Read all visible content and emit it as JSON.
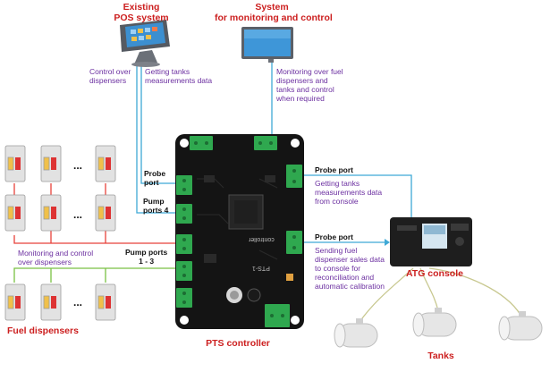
{
  "pos": {
    "title": "Existing\nPOS system",
    "control": "Control over\ndispensers",
    "tanks_data": "Getting tanks\nmeasurements data"
  },
  "monitor": {
    "title": "System\nfor monitoring and control",
    "desc": "Monitoring over fuel\ndispensers and\ntanks and control\nwhen required"
  },
  "controller": {
    "title": "PTS controller",
    "probe_port_left": "Probe\nport",
    "pump_ports_4": "Pump\nports 4",
    "pump_ports_13": "Pump ports\n1 - 3",
    "board_text_1": "controller",
    "board_text_2": "PTS-1"
  },
  "probe_upper": {
    "port_label": "Probe port",
    "desc": "Getting tanks\nmeasurements data\nfrom console"
  },
  "probe_lower": {
    "port_label": "Probe port",
    "desc": "Sending fuel\ndispenser sales data\nto console for\nreconciliation and\nautomatic calibration"
  },
  "atg": {
    "title": "ATG console"
  },
  "dispensers": {
    "monitoring": "Monitoring and control\nover dispensers",
    "title": "Fuel dispensers",
    "ellipsis": "..."
  },
  "tanks": {
    "title": "Tanks"
  },
  "colors": {
    "red_line": "#e8413a",
    "green_line": "#7ac143",
    "blue_line": "#3fa9d6",
    "tan_line": "#c8c890",
    "title_red": "#cc1f1f",
    "text_purple": "#6b2fa0",
    "board_black": "#141414",
    "terminal_green": "#2fa84f"
  }
}
